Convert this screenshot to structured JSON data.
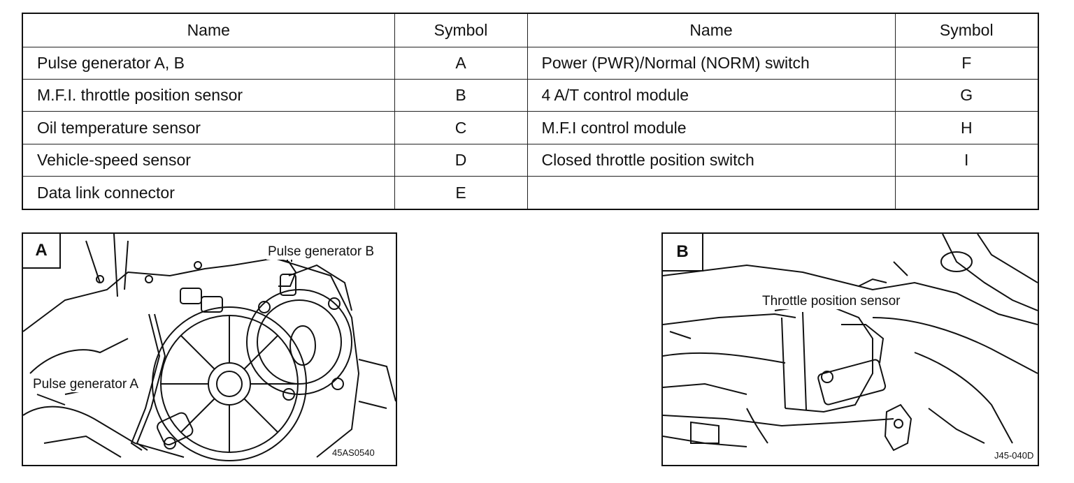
{
  "table": {
    "headers": [
      "Name",
      "Symbol",
      "Name",
      "Symbol"
    ],
    "rows": [
      {
        "name_left": "Pulse generator A, B",
        "sym_left": "A",
        "name_right": "Power (PWR)/Normal (NORM) switch",
        "sym_right": "F"
      },
      {
        "name_left": "M.F.I. throttle position sensor",
        "sym_left": "B",
        "name_right": "4 A/T control module",
        "sym_right": "G"
      },
      {
        "name_left": "Oil temperature sensor",
        "sym_left": "C",
        "name_right": "M.F.I control module",
        "sym_right": "H"
      },
      {
        "name_left": "Vehicle-speed sensor",
        "sym_left": "D",
        "name_right": "Closed throttle position switch",
        "sym_right": "I"
      },
      {
        "name_left": "Data link connector",
        "sym_left": "E",
        "name_right": "",
        "sym_right": ""
      }
    ]
  },
  "panel_a": {
    "tag": "A",
    "label_b": "Pulse generator B",
    "label_a": "Pulse generator A",
    "figure_code": "45AS0540"
  },
  "panel_b": {
    "tag": "B",
    "label": "Throttle position sensor",
    "figure_code": "J45-040D"
  }
}
